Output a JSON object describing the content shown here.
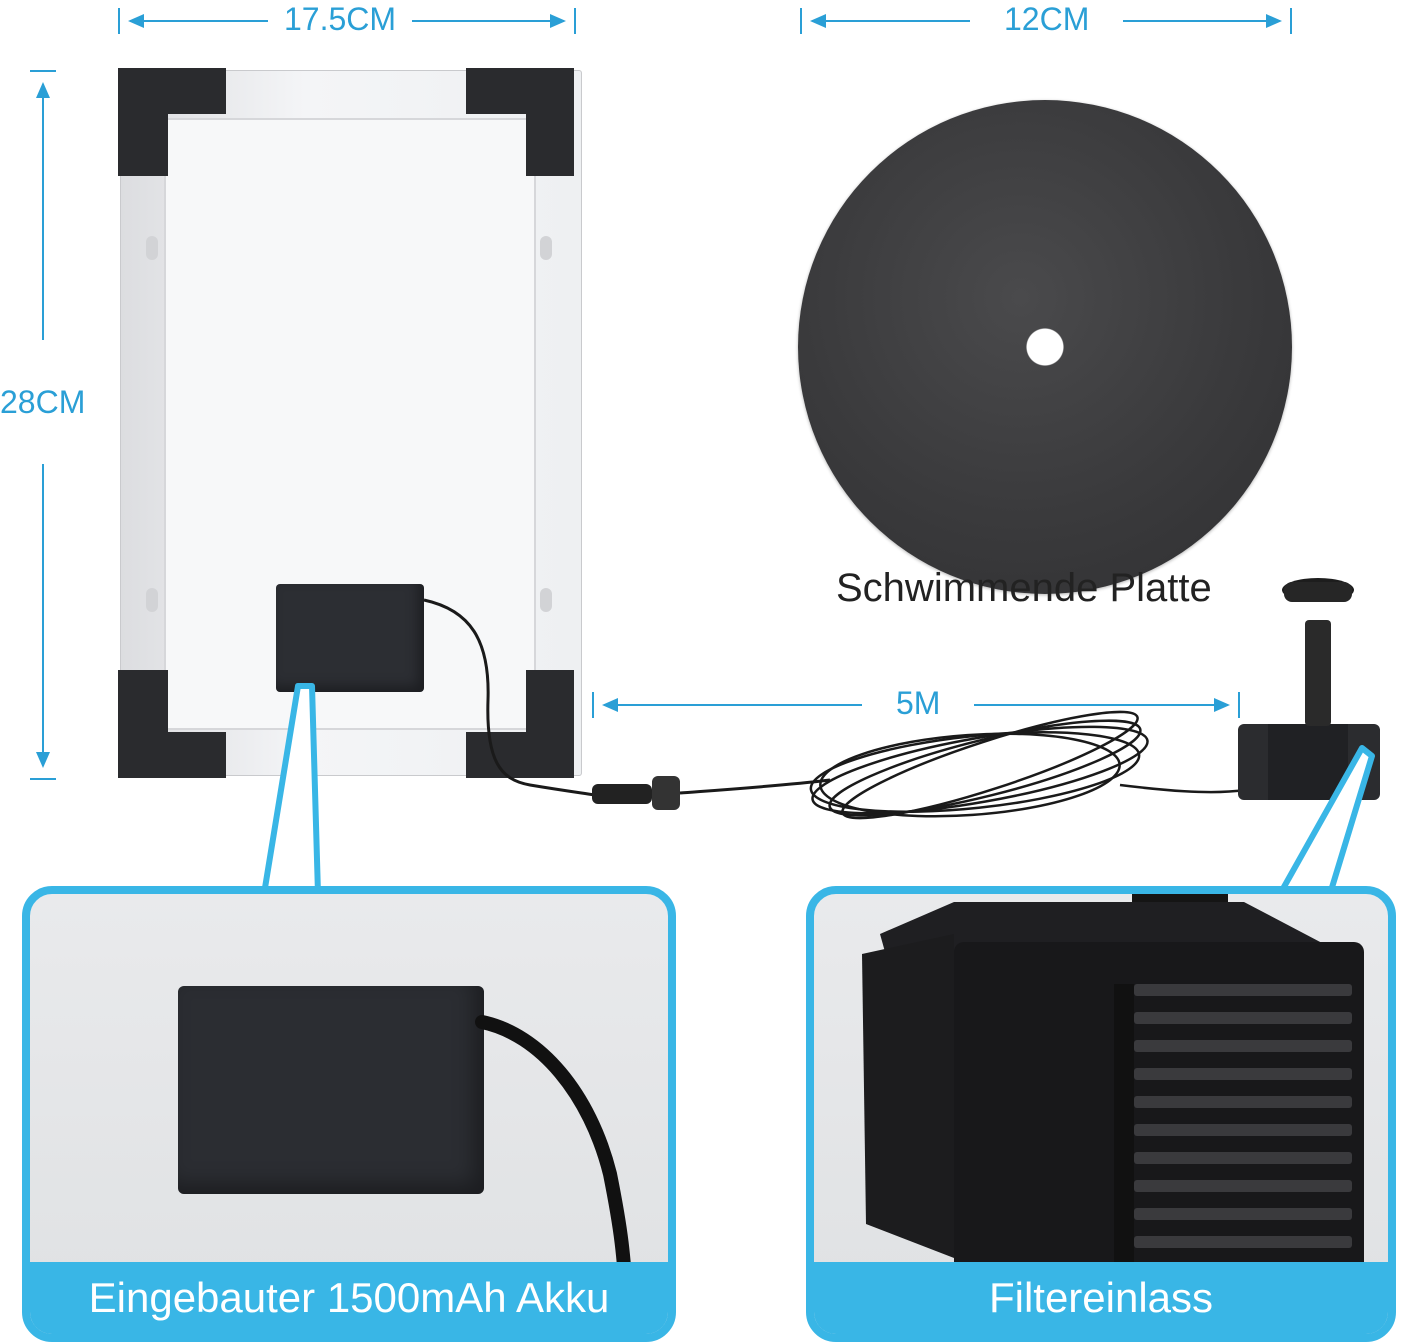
{
  "dimensions": {
    "panel_width": "17.5CM",
    "panel_height": "28CM",
    "disc_diameter": "12CM",
    "cable_length": "5M"
  },
  "disc_caption": "Schwimmende Platte",
  "zoom_left_caption": "Eingebauter 1500mAh Akku",
  "zoom_right_caption": "Filtereinlass",
  "colors": {
    "accent": "#39b6e6",
    "dimension": "#2a9fd6"
  }
}
